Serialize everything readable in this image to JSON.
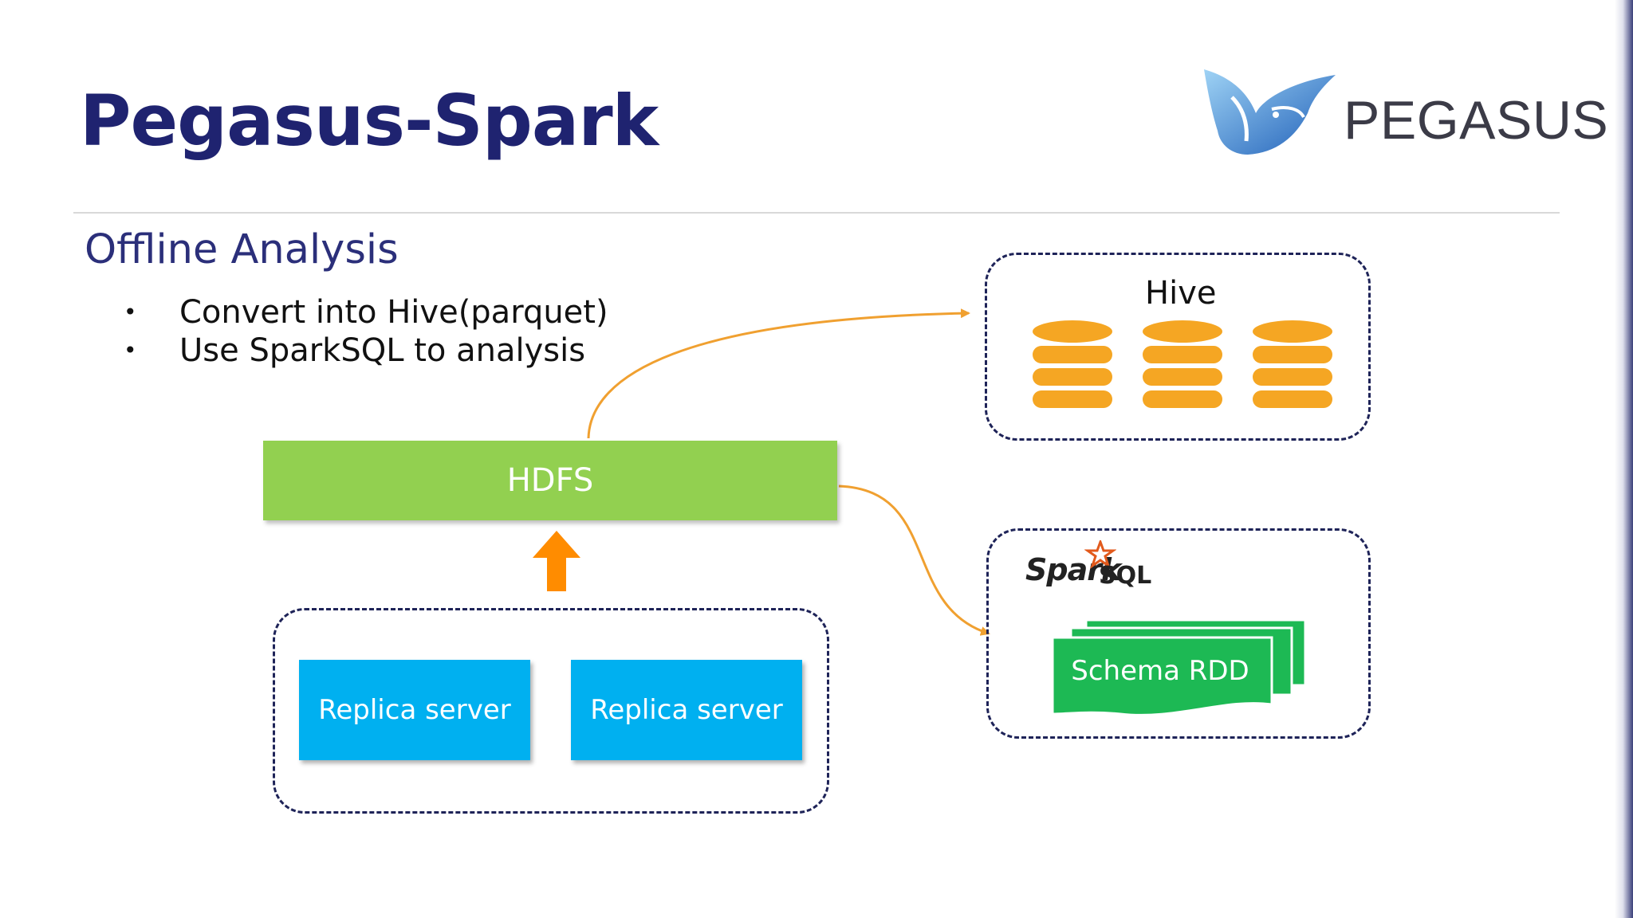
{
  "slide": {
    "title": "Pegasus-Spark",
    "subtitle": "Offline Analysis",
    "bullets": [
      "Convert into Hive(parquet)",
      "Use SparkSQL to analysis"
    ]
  },
  "logo": {
    "text": "PEGASUS"
  },
  "diagram": {
    "hdfs_label": "HDFS",
    "replica_servers": [
      "Replica server",
      "Replica server"
    ],
    "hive_label": "Hive",
    "spark_sql": {
      "spark_text": "Spark",
      "sql_text": "SQL"
    },
    "schema_rdd_label": "Schema RDD"
  },
  "colors": {
    "title": "#1f2370",
    "hdfs": "#92d050",
    "replica": "#00b0f0",
    "schema_rdd": "#1db954",
    "database": "#f5a623",
    "connector": "#f0a030",
    "up_arrow": "#ff8c00",
    "dashed_border": "#1e2358"
  }
}
